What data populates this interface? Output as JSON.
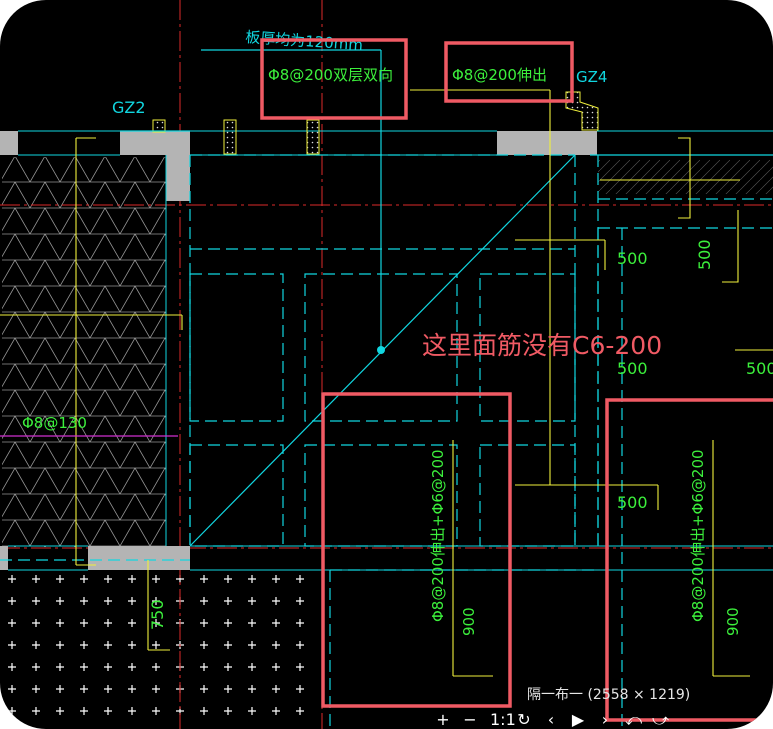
{
  "colors": {
    "background": "#000000",
    "cyan": "#11d6e0",
    "yellow": "#f0f03c",
    "green": "#3cf03c",
    "red": "#dc2a2a",
    "highlight": "#f05a64",
    "gray": "#b4b4b4",
    "magenta": "#d030d0"
  },
  "labels": {
    "slab_thickness": "板厚均为120mm",
    "rebar_double": "Φ8@200双层双向",
    "rebar_extend": "Φ8@200伸出",
    "gz4": "GZ4",
    "gz2": "GZ2",
    "rebar_left": "Φ8@130",
    "rebar_vertical_1": "Φ8@200伸出+Φ6@200",
    "rebar_vertical_2": "Φ8@200伸出+Φ6@200",
    "dim_500_a": "500",
    "dim_500_b": "500",
    "dim_500_c": "500",
    "dim_500_d": "500",
    "dim_500_e": "500",
    "dim_750": "750",
    "dim_900_a": "900",
    "dim_900_b": "900"
  },
  "annotation": {
    "comment": "这里面筋没有C6-200"
  },
  "viewer": {
    "image_info": "隔一布一 (2558 × 1219)",
    "tools": [
      "+",
      "−",
      "1:1",
      "↻",
      "‹",
      "▶",
      "›",
      "⤺",
      "⤻"
    ]
  }
}
